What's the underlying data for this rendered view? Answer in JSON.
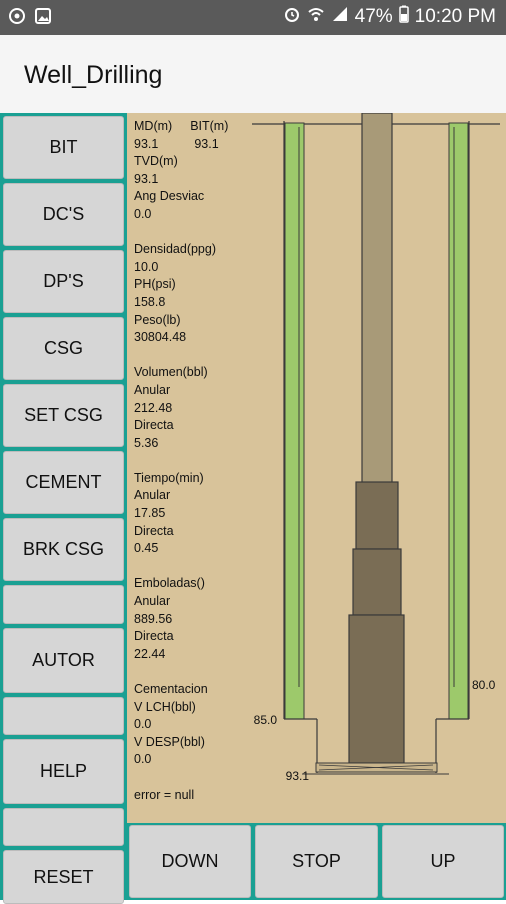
{
  "status_bar": {
    "battery": "47%",
    "time": "10:20 PM"
  },
  "app": {
    "title": "Well_Drilling"
  },
  "left_buttons": [
    {
      "label": "BIT"
    },
    {
      "label": "DC'S"
    },
    {
      "label": "DP'S"
    },
    {
      "label": "CSG"
    },
    {
      "label": "SET CSG"
    },
    {
      "label": "CEMENT"
    },
    {
      "label": "BRK CSG"
    },
    {
      "label": ""
    },
    {
      "label": "AUTOR"
    },
    {
      "label": ""
    },
    {
      "label": "HELP"
    },
    {
      "label": ""
    },
    {
      "label": "RESET"
    }
  ],
  "readout": {
    "md_label": "MD(m)",
    "bit_label": "BIT(m)",
    "md_value": "93.1",
    "bit_value": "93.1",
    "tvd_label": "TVD(m)",
    "tvd_value": "93.1",
    "ang_label": "Ang Desviac",
    "ang_value": "0.0",
    "densidad_label": "Densidad(ppg)",
    "densidad_value": "10.0",
    "ph_label": "PH(psi)",
    "ph_value": "158.8",
    "peso_label": "Peso(lb)",
    "peso_value": "30804.48",
    "volumen_label": "Volumen(bbl)",
    "volumen_anular_label": "Anular",
    "volumen_anular_value": "212.48",
    "volumen_directa_label": "Directa",
    "volumen_directa_value": "5.36",
    "tiempo_label": "Tiempo(min)",
    "tiempo_anular_label": "Anular",
    "tiempo_anular_value": "17.85",
    "tiempo_directa_label": "Directa",
    "tiempo_directa_value": "0.45",
    "emboladas_label": "Emboladas()",
    "emboladas_anular_label": "Anular",
    "emboladas_anular_value": "889.56",
    "emboladas_directa_label": "Directa",
    "emboladas_directa_value": "22.44",
    "cementacion_label": "Cementacion",
    "vlch_label": "V LCH(bbl)",
    "vlch_value": "0.0",
    "vdesp_label": "V DESP(bbl)",
    "vdesp_value": "0.0",
    "error_text": "error = null"
  },
  "well": {
    "casing_shoe_left_label": "85.0",
    "casing_shoe_right_label": "80.0",
    "bit_depth_label": "93.1",
    "colors": {
      "formation": "#d8c39a",
      "cement": "#9dc96b",
      "drillpipe": "#a89a78",
      "collar": "#7a6d55",
      "outline": "#3a3a3a"
    }
  },
  "bottom_buttons": [
    {
      "label": "DOWN"
    },
    {
      "label": "STOP"
    },
    {
      "label": "UP"
    }
  ]
}
